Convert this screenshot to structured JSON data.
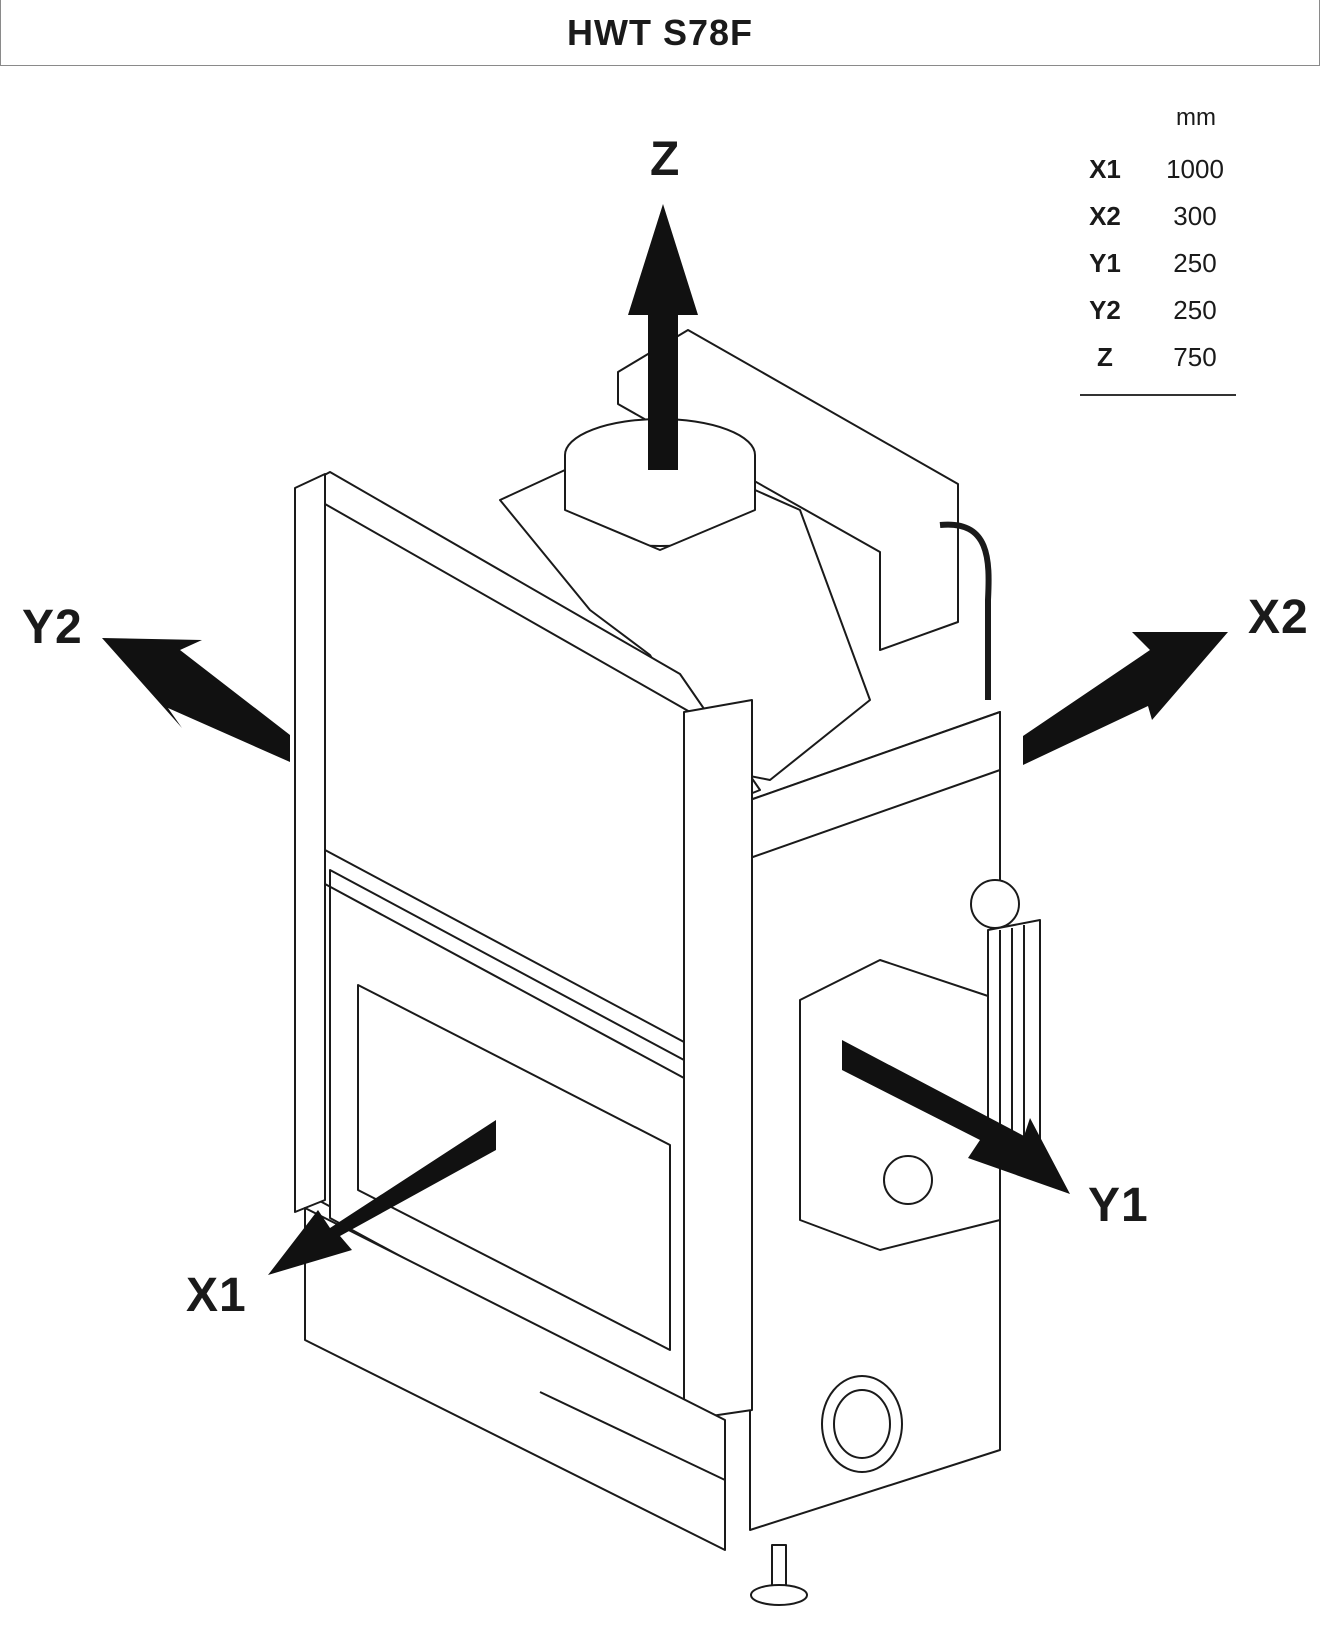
{
  "title": "HWT S78F",
  "table": {
    "unit": "mm",
    "rows": [
      {
        "key": "X1",
        "value": "1000"
      },
      {
        "key": "X2",
        "value": "300"
      },
      {
        "key": "Y1",
        "value": "250"
      },
      {
        "key": "Y2",
        "value": "250"
      },
      {
        "key": "Z",
        "value": "750"
      }
    ]
  },
  "axes": {
    "z": "Z",
    "x1": "X1",
    "x2": "X2",
    "y1": "Y1",
    "y2": "Y2"
  }
}
